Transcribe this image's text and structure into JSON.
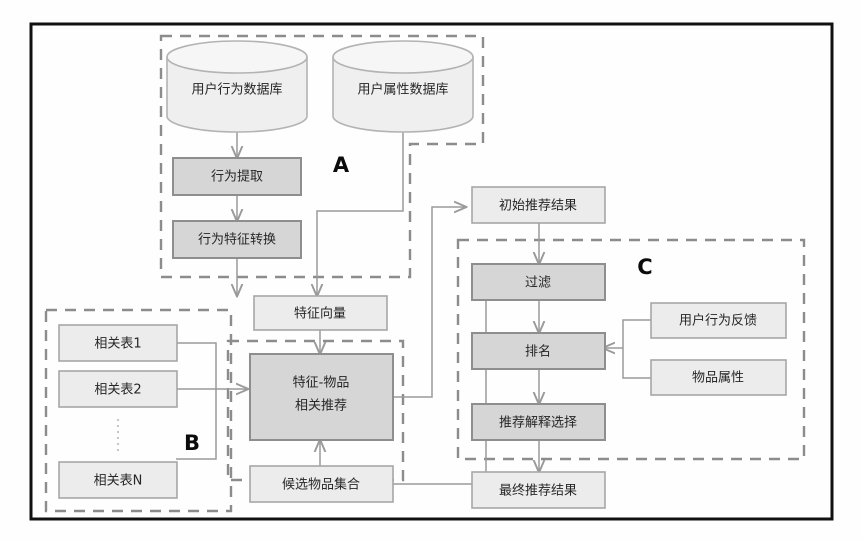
{
  "diagram": {
    "title": "Recommendation System Architecture Flowchart",
    "frame_color": "#111111",
    "accent_dark_box": "#d6d6d6",
    "accent_light_box": "#ececec",
    "dashed_group_color": "#8c8c8c",
    "connector_color": "#9a9a9a"
  },
  "groups": [
    {
      "id": "A",
      "label": "A"
    },
    {
      "id": "B",
      "label": "B"
    },
    {
      "id": "C",
      "label": "C"
    }
  ],
  "nodes": {
    "user_behavior_db": {
      "label": "用户行为数据库",
      "shape": "cylinder"
    },
    "user_attribute_db": {
      "label": "用户属性数据库",
      "shape": "cylinder"
    },
    "behavior_extraction": {
      "label": "行为提取",
      "shape": "process"
    },
    "behavior_feature_conv": {
      "label": "行为特征转换",
      "shape": "process"
    },
    "feature_vector": {
      "label": "特征向量",
      "shape": "data"
    },
    "related_table_1": {
      "label": "相关表1",
      "shape": "data"
    },
    "related_table_2": {
      "label": "相关表2",
      "shape": "data"
    },
    "related_table_n": {
      "label": "相关表N",
      "shape": "data"
    },
    "ellipsis": {
      "label": "⋮",
      "shape": "ellipsis"
    },
    "feature_item_rec": {
      "label_line1": "特征-物品",
      "label_line2": "相关推荐",
      "shape": "process"
    },
    "candidate_item_set": {
      "label": "候选物品集合",
      "shape": "data"
    },
    "initial_rec_result": {
      "label": "初始推荐结果",
      "shape": "data"
    },
    "filter": {
      "label": "过滤",
      "shape": "process"
    },
    "ranking": {
      "label": "排名",
      "shape": "process"
    },
    "rec_explanation_sel": {
      "label": "推荐解释选择",
      "shape": "process"
    },
    "final_rec_result": {
      "label": "最终推荐结果",
      "shape": "data"
    },
    "user_behavior_feedback": {
      "label": "用户行为反馈",
      "shape": "data"
    },
    "item_attributes": {
      "label": "物品属性",
      "shape": "data"
    }
  },
  "edges": [
    {
      "from": "user_behavior_db",
      "to": "behavior_extraction"
    },
    {
      "from": "behavior_extraction",
      "to": "behavior_feature_conv"
    },
    {
      "from": "behavior_feature_conv",
      "to": "feature_vector"
    },
    {
      "from": "user_attribute_db",
      "to": "feature_vector"
    },
    {
      "from": "feature_vector",
      "to": "feature_item_rec"
    },
    {
      "from": "related_table_1",
      "to": "feature_item_rec"
    },
    {
      "from": "related_table_2",
      "to": "feature_item_rec"
    },
    {
      "from": "related_table_n",
      "to": "feature_item_rec"
    },
    {
      "from": "candidate_item_set",
      "to": "feature_item_rec"
    },
    {
      "from": "feature_item_rec",
      "to": "initial_rec_result"
    },
    {
      "from": "initial_rec_result",
      "to": "filter"
    },
    {
      "from": "candidate_item_set",
      "to": "filter"
    },
    {
      "from": "filter",
      "to": "ranking"
    },
    {
      "from": "user_behavior_feedback",
      "to": "ranking"
    },
    {
      "from": "item_attributes",
      "to": "ranking"
    },
    {
      "from": "ranking",
      "to": "rec_explanation_sel"
    },
    {
      "from": "rec_explanation_sel",
      "to": "final_rec_result"
    }
  ]
}
